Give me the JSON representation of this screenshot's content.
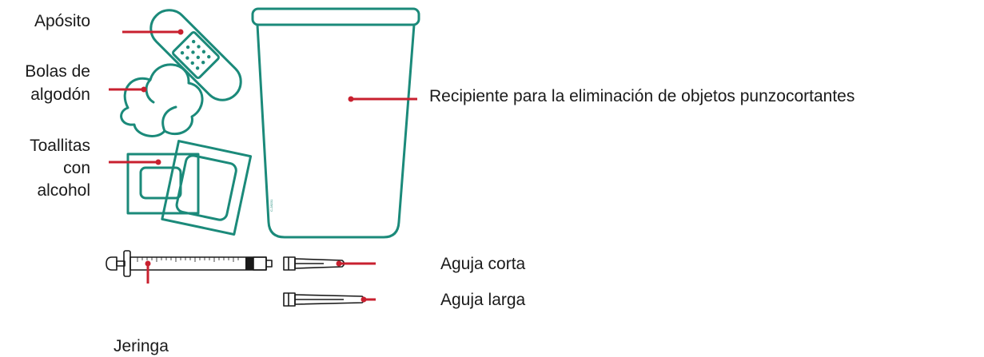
{
  "labels": {
    "aposito": "Apósito",
    "bolas_line1": "Bolas de",
    "bolas_line2": "algodón",
    "toallitas_line1": "Toallitas",
    "toallitas_line2": "con",
    "toallitas_line3": "alcohol",
    "recipiente": "Recipiente para la eliminación de objetos punzocortantes",
    "aguja_corta": "Aguja corta",
    "aguja_larga": "Aguja larga",
    "jeringa": "Jeringa"
  },
  "colors": {
    "teal": "#1b8a7a",
    "leader": "#c8202f",
    "text": "#1a1a1a"
  }
}
